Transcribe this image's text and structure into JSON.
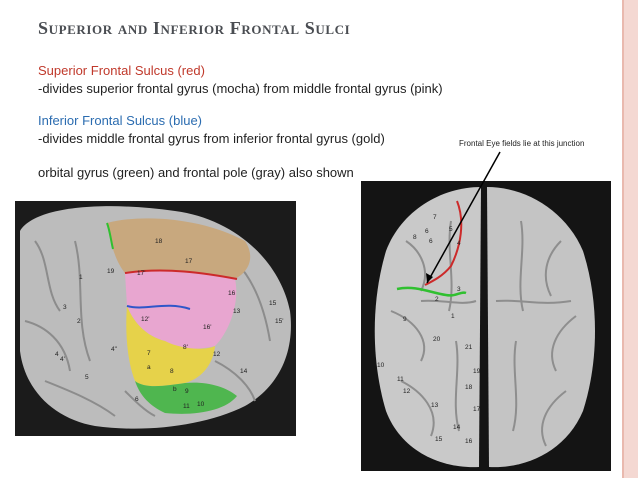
{
  "slide": {
    "title": "Superior and Inferior Frontal Sulci",
    "line1": "Superior Frontal Sulcus (red)",
    "line2": "-divides superior frontal gyrus (mocha) from middle frontal gyrus (pink)",
    "line3": "Inferior Frontal Sulcus (blue)",
    "line4": "-divides middle frontal gyrus from inferior frontal gyrus (gold)",
    "line5": "orbital gyrus (green) and frontal pole (gray) also shown",
    "annotation": "Frontal Eye fields lie at this junction"
  },
  "left_image": {
    "labels": [
      "18",
      "17",
      "19",
      "1",
      "17'",
      "3",
      "2",
      "16",
      "15",
      "16'",
      "13",
      "12",
      "4",
      "4'",
      "4\"",
      "7",
      "8'",
      "8",
      "a",
      "5",
      "6",
      "b",
      "9",
      "11",
      "10",
      "14",
      "12'",
      "15'"
    ]
  },
  "right_image": {
    "labels": [
      "7",
      "5",
      "6",
      "6",
      "4",
      "8",
      "3",
      "2",
      "1",
      "9",
      "20",
      "21",
      "10",
      "11",
      "12",
      "18",
      "19",
      "13",
      "17",
      "14",
      "15",
      "16"
    ]
  },
  "colors": {
    "superior_sulcus": "#cc2a2a",
    "inferior_sulcus": "#2f56c9",
    "mocha": "#c8a87e",
    "pink": "#e8a6d0",
    "gold": "#e6d24a",
    "green": "#4fb64f",
    "gray": "#bdbdbd",
    "accent": "#f4d8d2"
  }
}
